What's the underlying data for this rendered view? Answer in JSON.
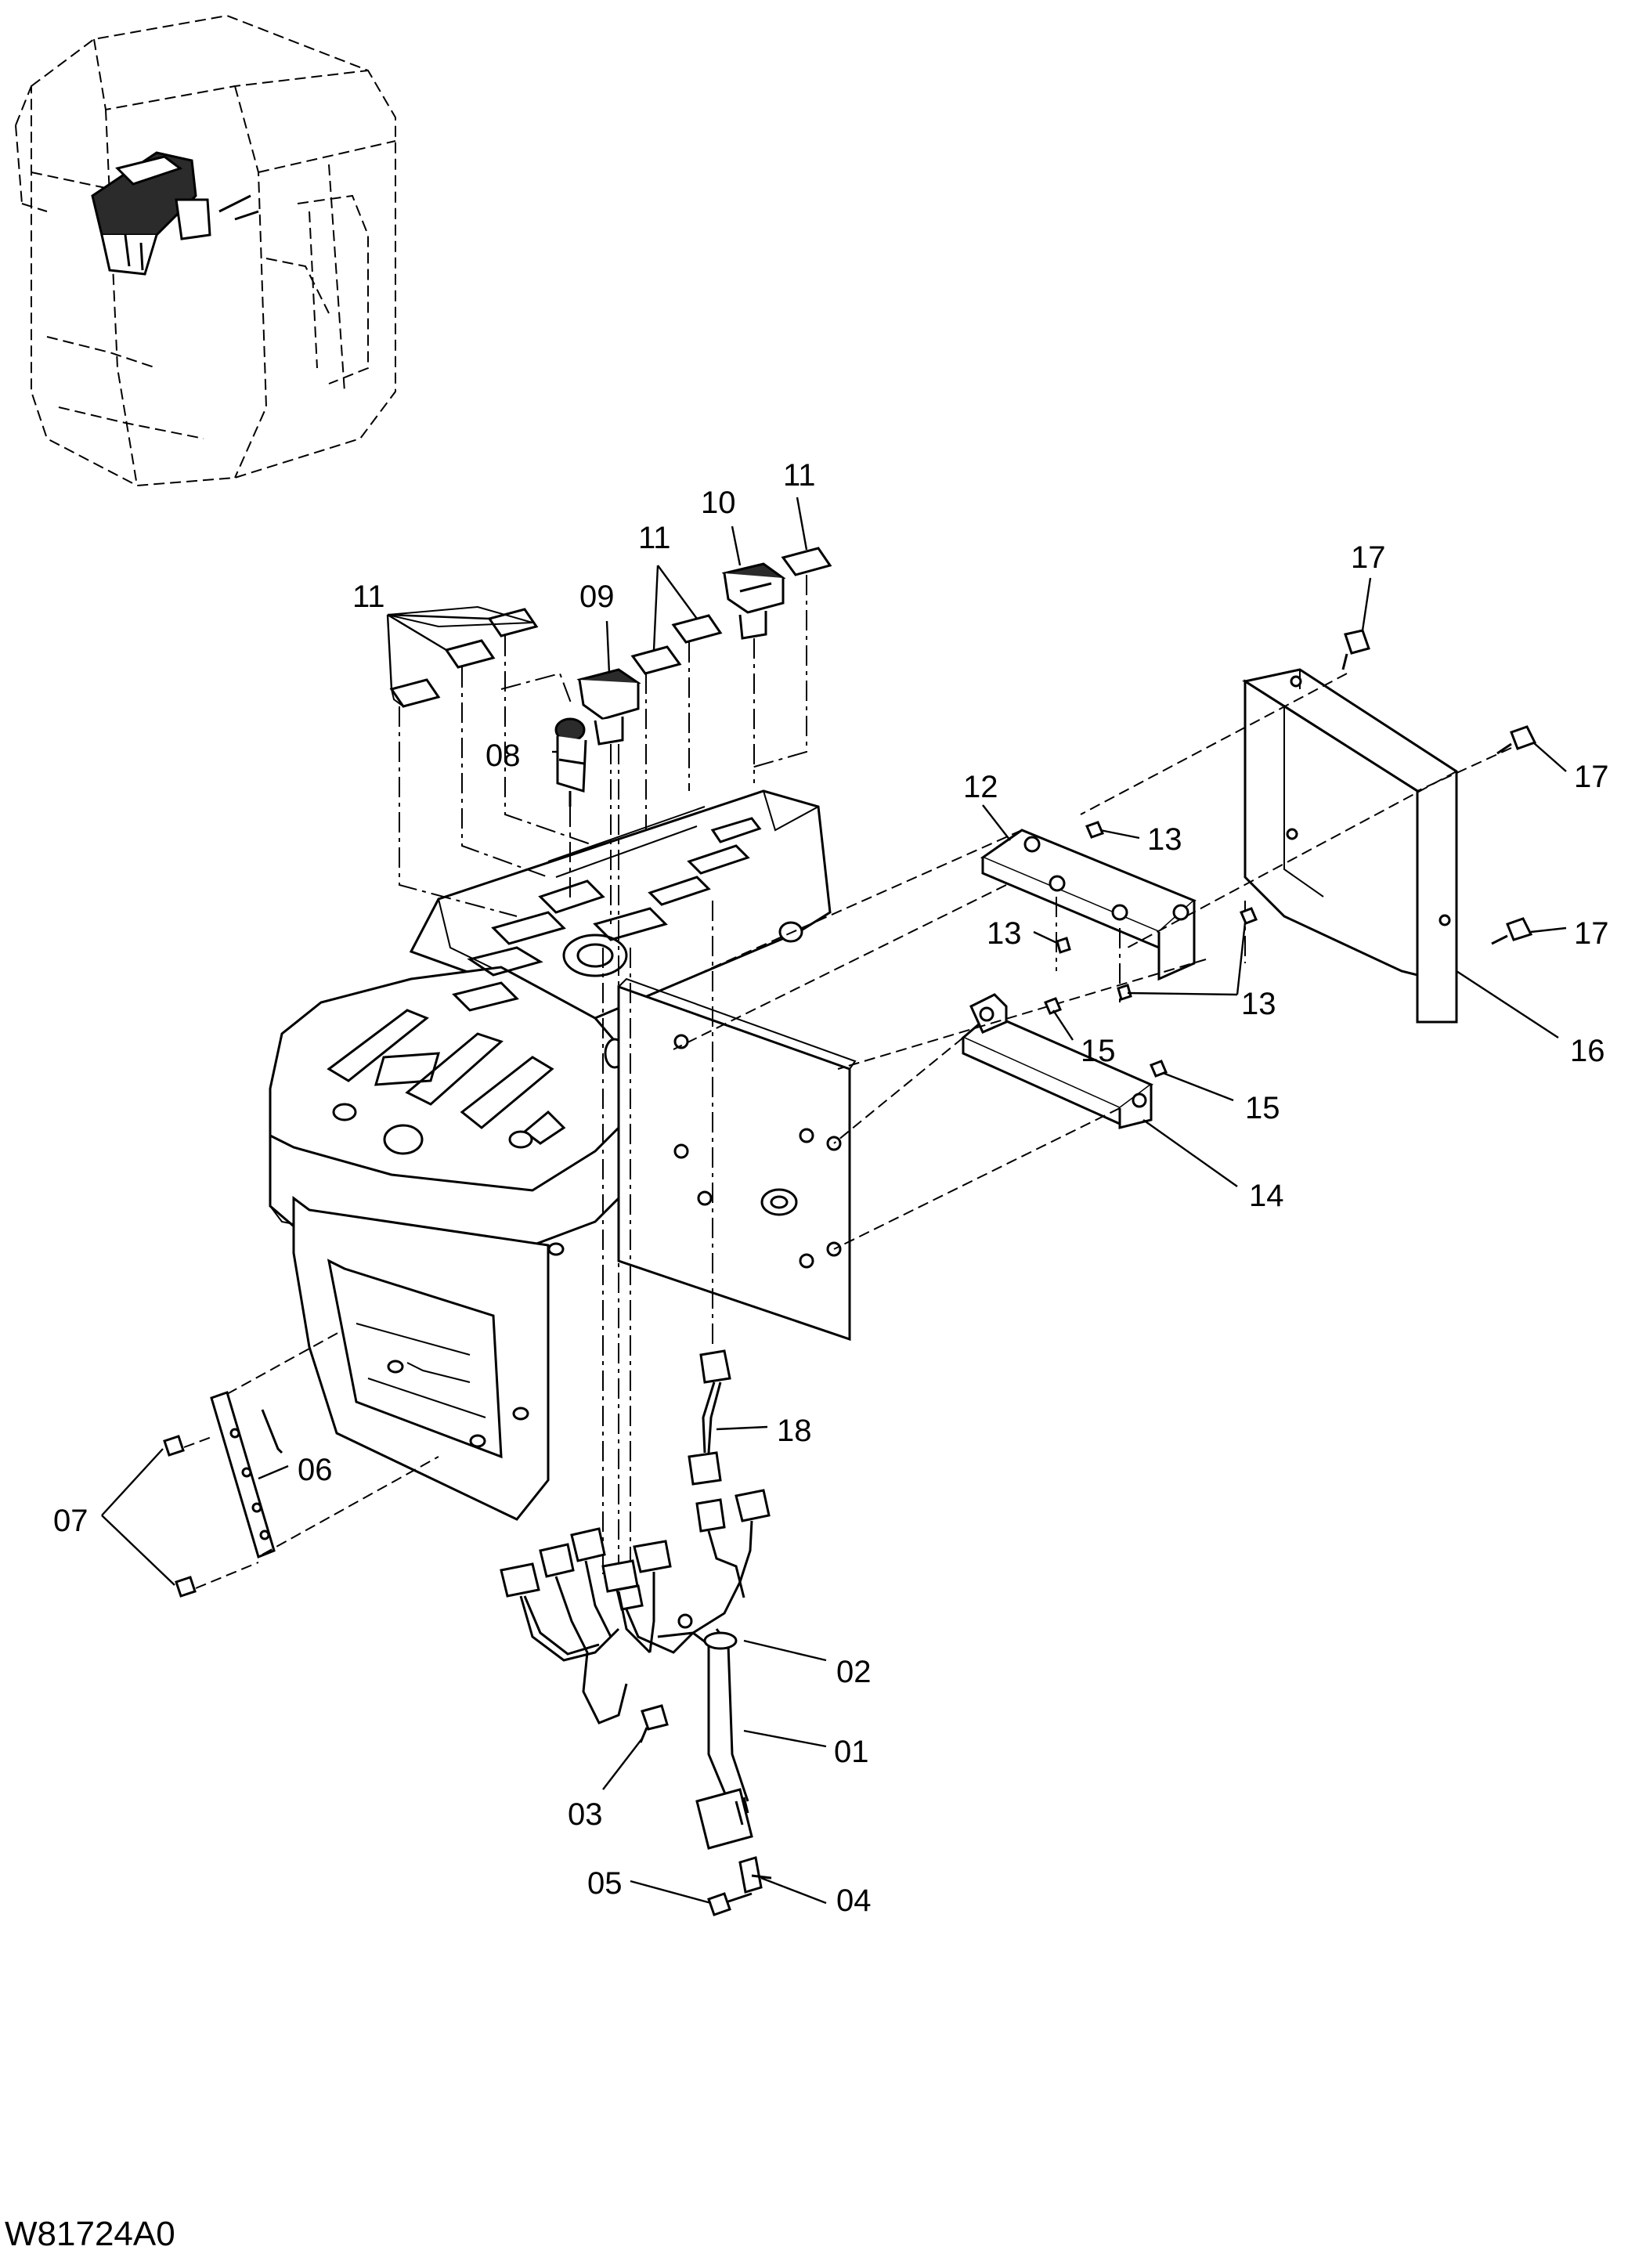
{
  "figure_id": "W81724A0",
  "callouts": {
    "c01": "01",
    "c02": "02",
    "c03": "03",
    "c04": "04",
    "c05": "05",
    "c06": "06",
    "c07": "07",
    "c08": "08",
    "c09": "09",
    "c10": "10",
    "c11a": "11",
    "c11b": "11",
    "c11c": "11",
    "c12": "12",
    "c13a": "13",
    "c13b": "13",
    "c13c": "13",
    "c14": "14",
    "c15a": "15",
    "c15b": "15",
    "c16": "16",
    "c17a": "17",
    "c17b": "17",
    "c17c": "17",
    "c18": "18"
  }
}
